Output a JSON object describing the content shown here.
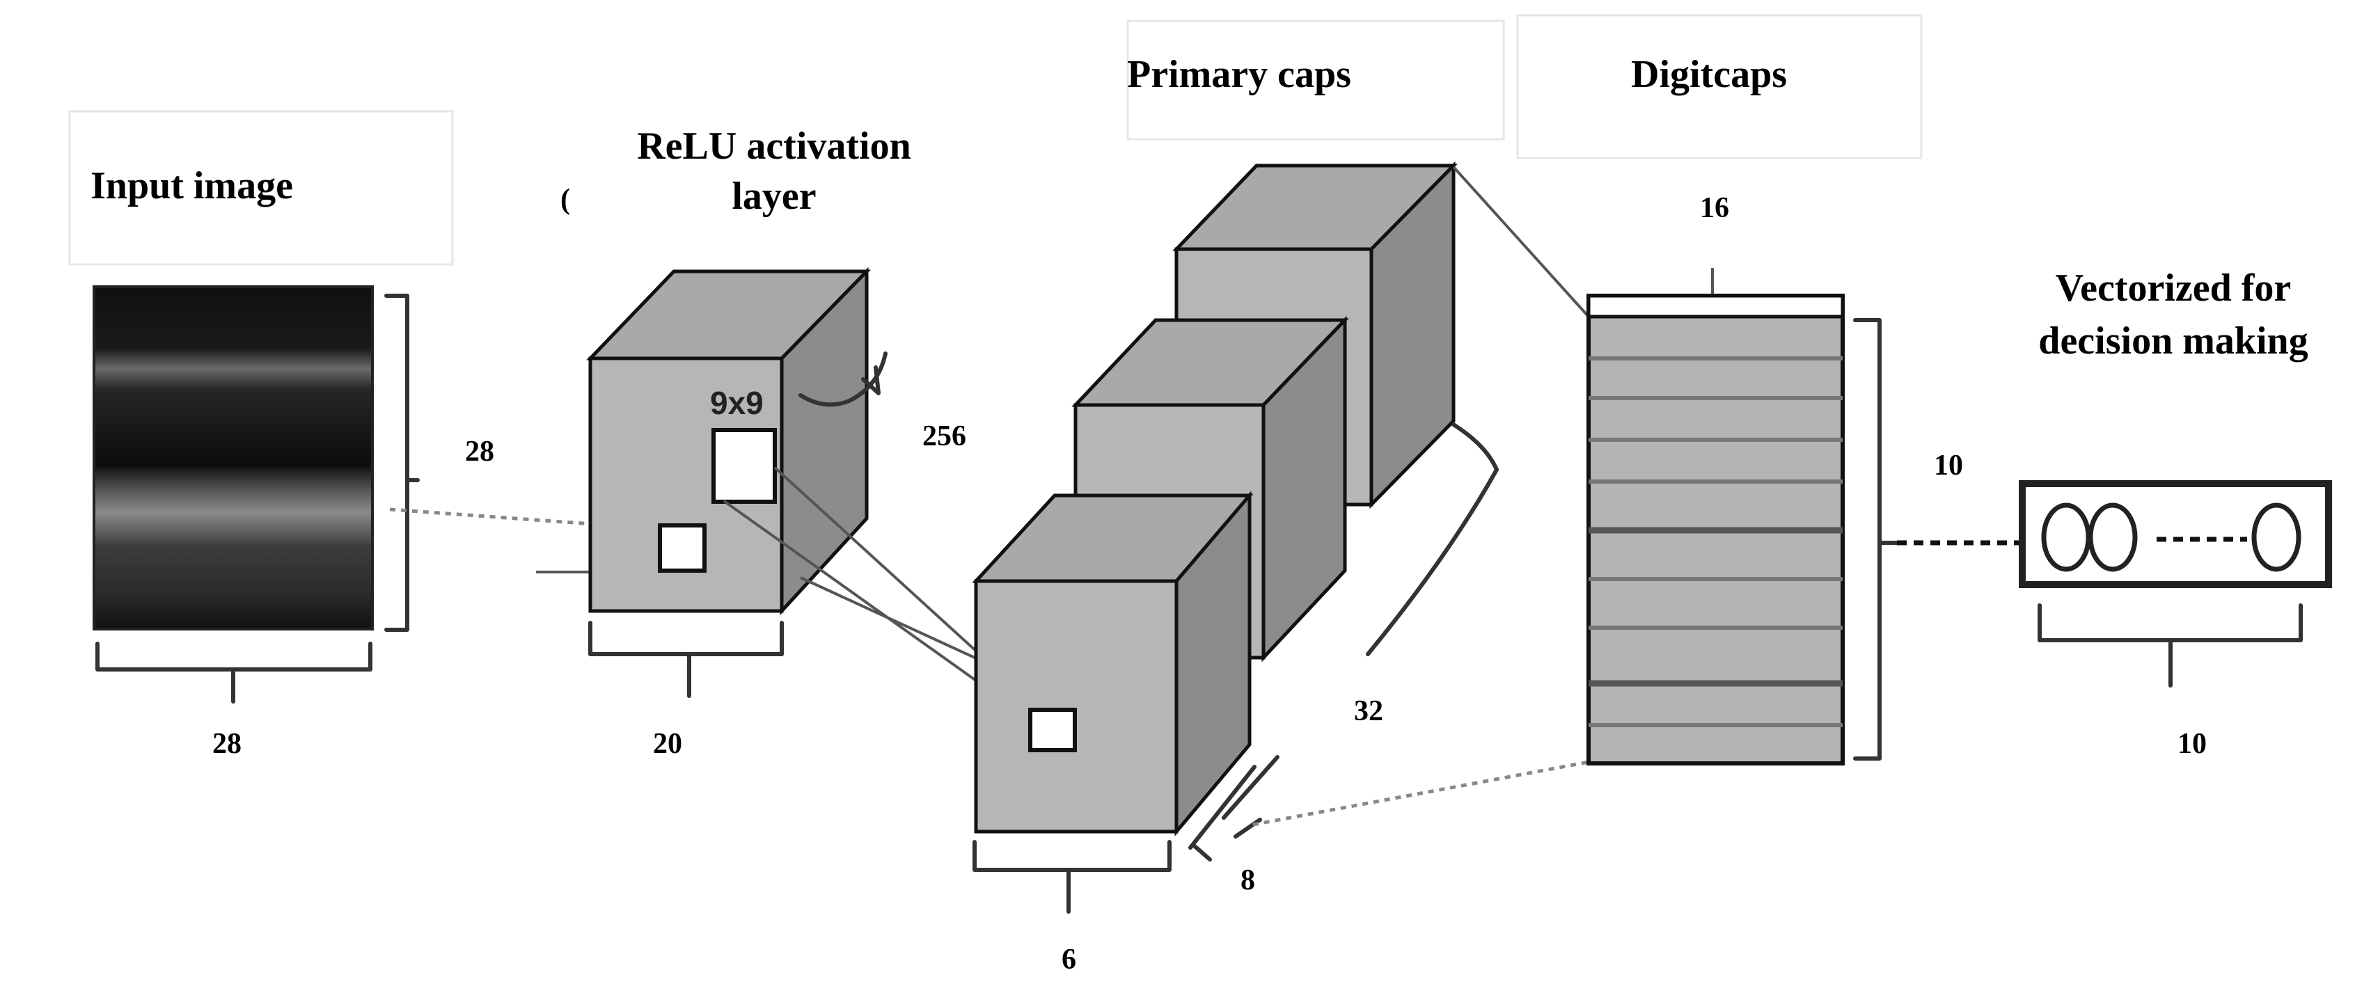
{
  "labels": {
    "input_image": "Input image",
    "relu_line1": "ReLU activation",
    "relu_line2": "layer",
    "primary_caps": "Primary caps",
    "digitcaps": "Digitcaps",
    "vectorized_line1": "Vectorized for",
    "vectorized_line2": "decision making"
  },
  "dimensions": {
    "input_height": "28",
    "input_width": "28",
    "relu_width": "20",
    "relu_depth": "256",
    "kernel": "9x9",
    "primary_depth": "32",
    "primary_width": "6",
    "primary_caps_dim": "8",
    "digit_dim": "16",
    "digit_count": "10",
    "output_count": "10"
  }
}
